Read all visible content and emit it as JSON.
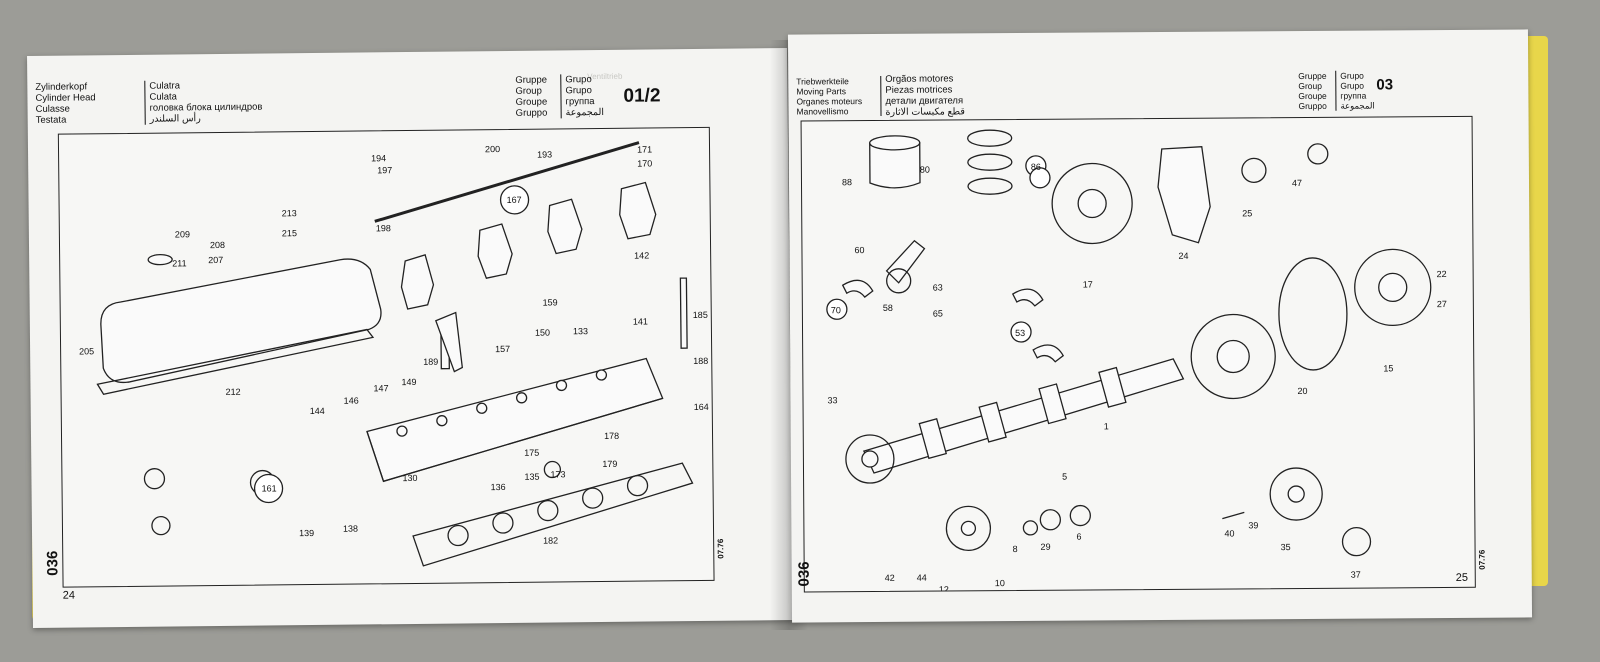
{
  "left_page": {
    "title_col1": [
      "Zylinderkopf",
      "Cylinder Head",
      "Culasse",
      "Testata"
    ],
    "title_col2": [
      "Culatra",
      "Culata",
      "головка блока цилиндров",
      "رأس السلندر"
    ],
    "group_col1": [
      "Gruppe",
      "Group",
      "Groupe",
      "Gruppo"
    ],
    "group_col2": [
      "Grupo",
      "Grupo",
      "группа",
      "المجموعة"
    ],
    "group_number": "01/2",
    "side_code": "036",
    "date_code": "07.76",
    "page_number": "24",
    "parts": [
      "194",
      "197",
      "200",
      "193",
      "171",
      "170",
      "213",
      "215",
      "167",
      "209",
      "208",
      "211",
      "207",
      "198",
      "142",
      "185",
      "159",
      "141",
      "133",
      "150",
      "157",
      "189",
      "205",
      "188",
      "212",
      "144",
      "146",
      "147",
      "149",
      "164",
      "178",
      "175",
      "135",
      "173",
      "179",
      "136",
      "130",
      "161",
      "139",
      "138",
      "182"
    ]
  },
  "right_page": {
    "title_col1": [
      "Triebwerkteile",
      "Moving Parts",
      "Organes moteurs",
      "Manovellismo"
    ],
    "title_col2": [
      "Orgãos motores",
      "Piezas motrices",
      "детали двигателя",
      "قطع مكبسات الاثارة"
    ],
    "group_col1": [
      "Gruppe",
      "Group",
      "Groupe",
      "Gruppo"
    ],
    "group_col2": [
      "Grupo",
      "Grupo",
      "группа",
      "المجموعة"
    ],
    "group_number": "03",
    "side_code": "036",
    "date_code": "07.76",
    "page_number": "25",
    "parts": [
      "88",
      "80",
      "86",
      "60",
      "17",
      "24",
      "25",
      "47",
      "63",
      "65",
      "58",
      "70",
      "53",
      "22",
      "27",
      "15",
      "20",
      "33",
      "1",
      "5",
      "6",
      "29",
      "8",
      "40",
      "39",
      "35",
      "42",
      "44",
      "12",
      "10",
      "37"
    ]
  }
}
